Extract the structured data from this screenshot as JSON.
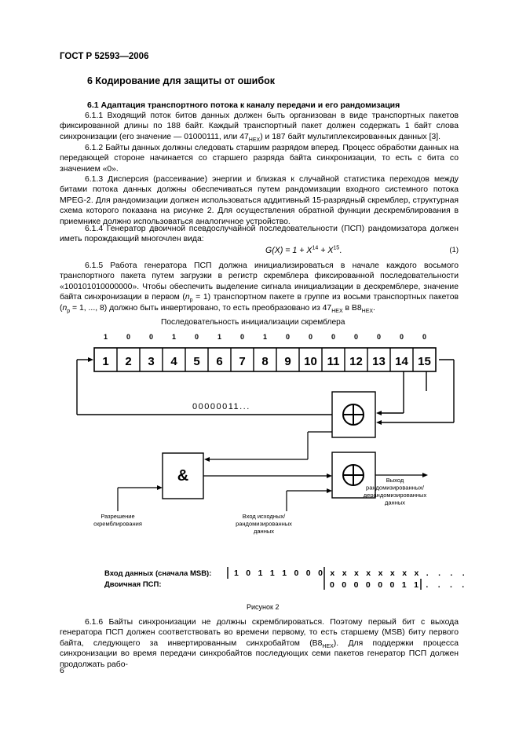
{
  "header": {
    "standard": "ГОСТ Р 52593—2006"
  },
  "section": {
    "title": "6  Кодирование для защиты от ошибок"
  },
  "subsection": {
    "title": "6.1  Адаптация транспортного потока к каналу передачи и его рандомизация"
  },
  "paragraphs": {
    "p611": {
      "text_a": "6.1.1  Входящий поток битов данных должен быть организован в виде транспортных пакетов фиксированной длины по 188 байт. Каждый транспортный пакет должен содержать 1 байт слова синхронизации (его значение — 01000111, или 47",
      "sub_a": "HEX",
      "text_b": ") и 187 байт мультиплексированных данных [3]."
    },
    "p612": "6.1.2  Байты данных должны следовать старшим разрядом вперед. Процесс обработки данных на передающей стороне начинается со старшего разряда байта синхронизации, то есть с бита со значением «0».",
    "p613": "6.1.3  Дисперсия (рассеивание) энергии и близкая к случайной статистика переходов между битами потока данных должны обеспечиваться путем рандомизации входного системного потока MPEG-2. Для рандомизации должен использоваться аддитивный 15-разрядный скремблер, структурная схема которого показана на рисунке 2. Для осуществления обратной функции дескремблирования в приемнике должно использоваться аналогичное устройство.",
    "p614": "6.1.4  Генератор двоичной псевдослучайной последовательности (ПСП) рандомизатора должен иметь порождающий многочлен вида:",
    "formula": {
      "lhs": "G(X) = 1 + X",
      "exp1": "14",
      "mid": " + X",
      "exp2": "15",
      "end": ".",
      "number": "(1)"
    },
    "p615": {
      "a": "6.1.5  Работа генератора ПСП должна инициализироваться в начале каждого восьмого транспортного пакета путем загрузки в регистр скремблера фиксированной последовательности «100101010000000». Чтобы обеспечить выделение сигнала инициализации в дескремблере, значение байта синхронизации в первом (",
      "np1": "n",
      "np1sub": "p",
      "b": " = 1) транспортном пакете в группе из восьми транспортных пакетов (",
      "np2": "n",
      "np2sub": "p",
      "c": " = 1, ..., 8) должно быть инвертировано, то есть преобразовано из 47",
      "hex1": "HEX",
      "d": " в В8",
      "hex2": "HEX",
      "e": "."
    },
    "p616": "6.1.6  Байты синхронизации не должны скремблироваться. Поэтому первый бит с выхода генератора ПСП должен соответствовать во времени первому, то есть старшему (MSB) биту первого байта, следующего за инвертированным синхробайтом (В8",
    "p616_sub": "HEX",
    "p616_b": "). Для поддержки процесса синхронизации во время передачи синхробайтов последующих семи пакетов генератор ПСП должен продолжать рабо-"
  },
  "figure": {
    "title": "Последовательность инициализации скремблера",
    "init_bits": [
      "1",
      "0",
      "0",
      "1",
      "0",
      "1",
      "0",
      "1",
      "0",
      "0",
      "0",
      "0",
      "0",
      "0",
      "0"
    ],
    "register_cells": [
      "1",
      "2",
      "3",
      "4",
      "5",
      "6",
      "7",
      "8",
      "9",
      "10",
      "11",
      "12",
      "13",
      "14",
      "15"
    ],
    "feedback_sequence": "00000011...",
    "and_gate_symbol": "&",
    "xor_symbol": "+",
    "label_output": [
      "Выход",
      "рандомизированных/",
      "дерандомизированных",
      "данных"
    ],
    "label_enable": [
      "Разрешение",
      "скремблирования"
    ],
    "label_input": [
      "Вход исходных/",
      "рандомизированных",
      "данных"
    ],
    "data_in_label": "Вход данных (сначала MSB):",
    "data_in_bits": [
      "1",
      "0",
      "1",
      "1",
      "1",
      "0",
      "0",
      "0",
      "x",
      "x",
      "x",
      "x",
      "x",
      "x",
      "x",
      "x",
      ".",
      ".",
      ".",
      "."
    ],
    "prbs_label": "Двоичная ПСП:",
    "prbs_bits": [
      "0",
      "0",
      "0",
      "0",
      "0",
      "0",
      "1",
      "1",
      ".",
      ".",
      ".",
      "."
    ],
    "caption": "Рисунок 2"
  },
  "page": {
    "number": "6"
  }
}
